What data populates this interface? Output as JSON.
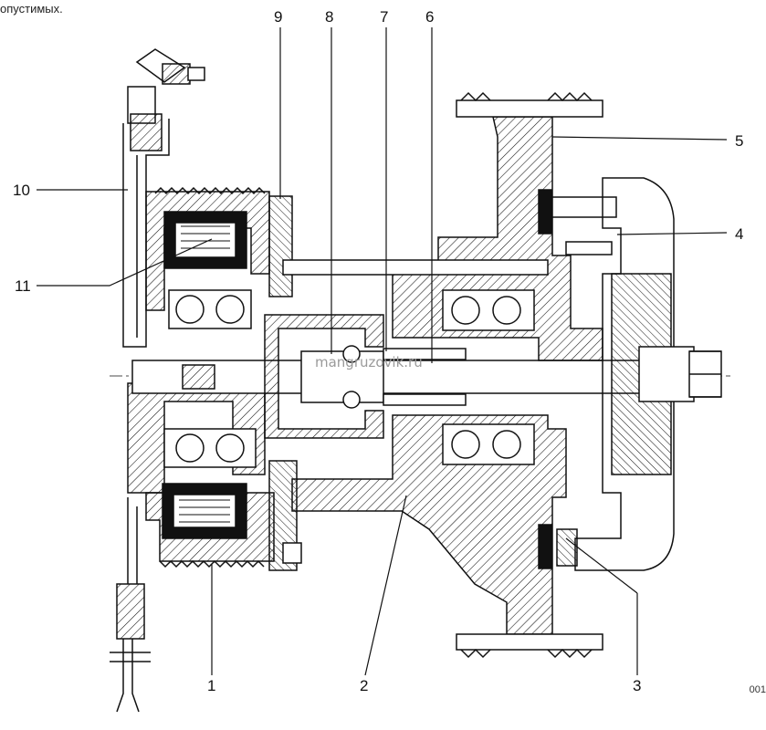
{
  "header_text": "опустимых.",
  "watermark": "mangruzovik.ru",
  "image_code": "001",
  "callouts": [
    {
      "id": "1",
      "label": "1"
    },
    {
      "id": "2",
      "label": "2"
    },
    {
      "id": "3",
      "label": "3"
    },
    {
      "id": "4",
      "label": "4"
    },
    {
      "id": "5",
      "label": "5"
    },
    {
      "id": "6",
      "label": "6"
    },
    {
      "id": "7",
      "label": "7"
    },
    {
      "id": "8",
      "label": "8"
    },
    {
      "id": "9",
      "label": "9"
    },
    {
      "id": "10",
      "label": "10"
    },
    {
      "id": "11",
      "label": "11"
    }
  ],
  "colors": {
    "line": "#111111",
    "background": "#ffffff",
    "watermark": "#9a9a9a"
  }
}
